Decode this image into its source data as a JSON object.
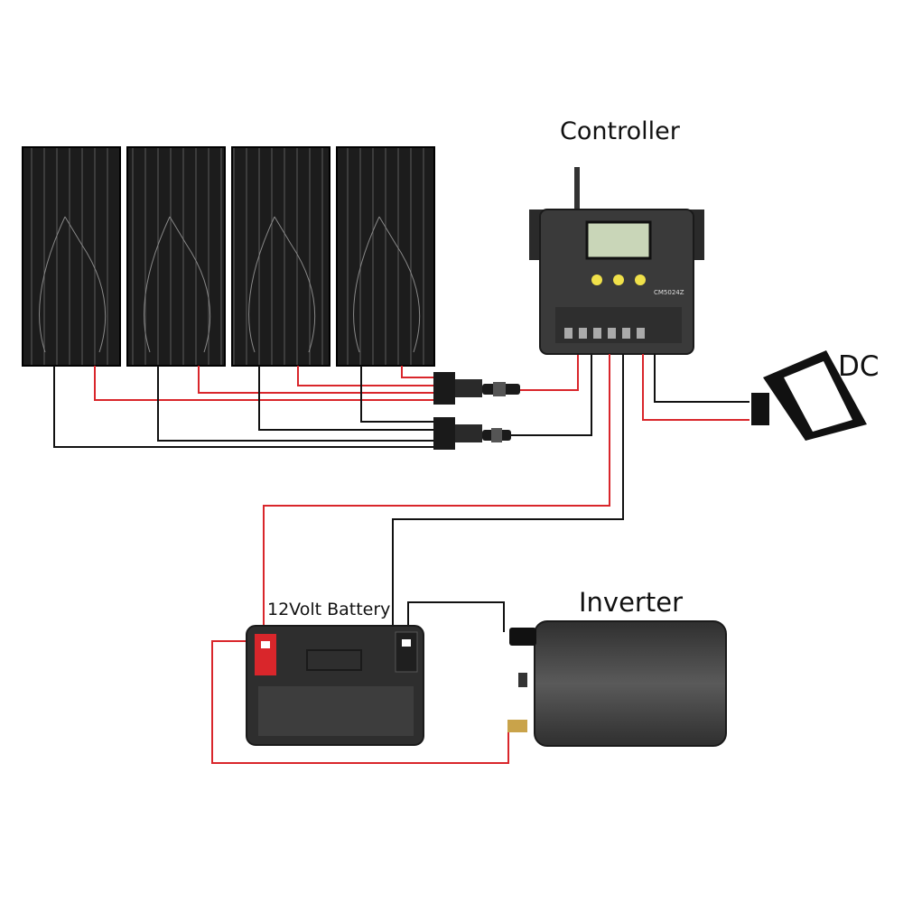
{
  "labels": {
    "controller": "Controller",
    "dc": "DC",
    "battery": "12Volt Battery",
    "inverter": "Inverter"
  },
  "controller_model": "CM5024Z",
  "solar_panel_count": 4,
  "colors": {
    "positive_wire": "#d9262b",
    "negative_wire": "#111111",
    "panel": "#1c1c1c",
    "controller_body": "#3a3a3a",
    "lcd": "#c9d6b8",
    "buttons": "#f0e14a",
    "battery_body": "#2e2e2e",
    "battery_positive_terminal": "#d9262b",
    "inverter_body": "#4a4a4a"
  },
  "icons": [
    "solar-panel-icon",
    "mc4-connector-icon",
    "charge-controller-icon",
    "lamp-icon",
    "battery-icon",
    "inverter-icon"
  ]
}
